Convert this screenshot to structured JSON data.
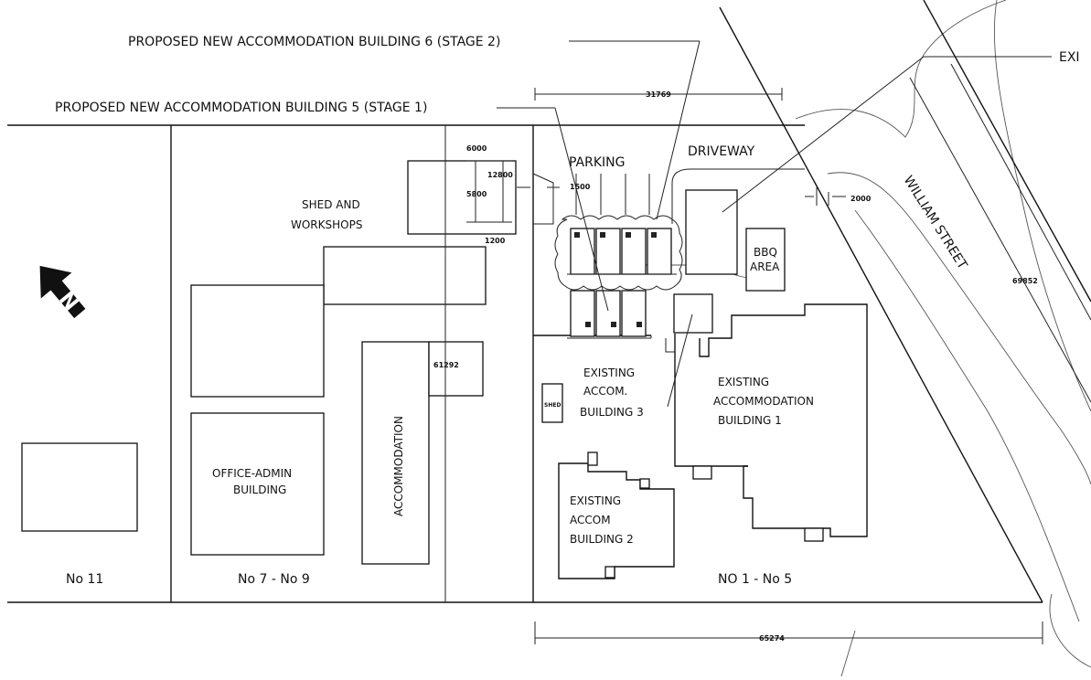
{
  "callouts": {
    "building6": "PROPOSED NEW ACCOMMODATION BUILDING 6 (STAGE 2)",
    "building5": "PROPOSED NEW ACCOMMODATION BUILDING 5 (STAGE 1)",
    "existing_cut": "EXI"
  },
  "areas": {
    "parking": "PARKING",
    "driveway": "DRIVEWAY",
    "street": "WILLIAM STREET",
    "shed_workshops": [
      "SHED AND",
      "WORKSHOPS"
    ],
    "bbq": [
      "BBQ",
      "AREA"
    ],
    "accommodation": "ACCOMMODATION",
    "office": [
      "OFFICE-ADMIN",
      "BUILDING"
    ],
    "shed_small": "SHED",
    "existing3": [
      "EXISTING",
      "ACCOM.",
      "BUILDING 3"
    ],
    "existing1": [
      "EXISTING",
      "ACCOMMODATION",
      "BUILDING 1"
    ],
    "existing2": [
      "EXISTING",
      "ACCOM",
      "BUILDING 2"
    ]
  },
  "lots": {
    "no11": "No 11",
    "no7_9": "No 7 - No 9",
    "no1_5": "NO 1 - No 5"
  },
  "dimensions": {
    "top_width": "31769",
    "d6000": "6000",
    "d12800": "12800",
    "d5800": "5800",
    "d1500": "1500",
    "d1200": "1200",
    "d2000": "2000",
    "d61292": "61292",
    "d69852": "69852",
    "bottom_width": "65274"
  },
  "north_arrow": "N",
  "icons": [
    "north-arrow-icon"
  ]
}
